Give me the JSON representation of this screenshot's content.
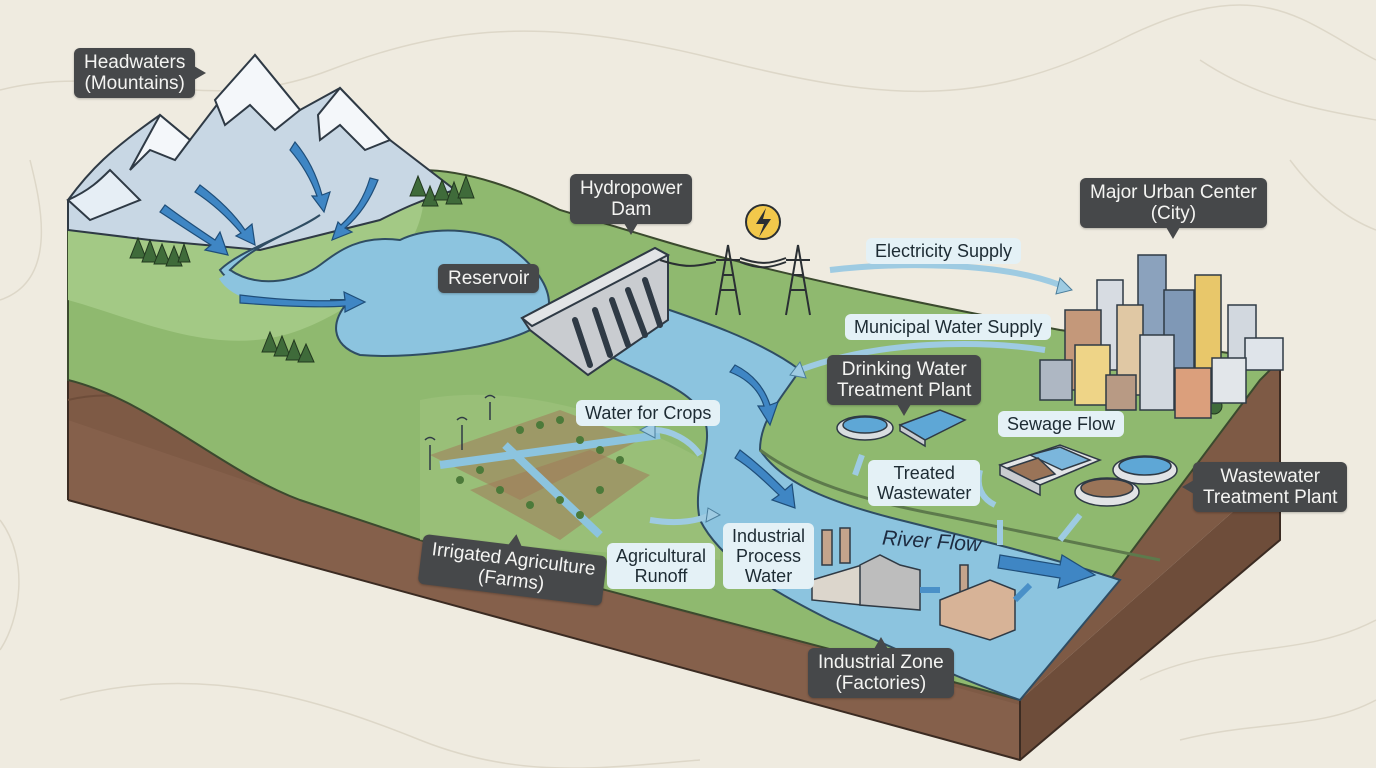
{
  "diagram": {
    "type": "water-system-cross-section",
    "colors": {
      "background": "#efebe0",
      "grass": "#8fb96f",
      "soil": "#7e5a45",
      "water": "#8cc4df",
      "flow_arrow": "#3f86c4",
      "label_bg": "#46484a",
      "flow_label_bg": "#e4f1f6",
      "power_icon": "#f2c84b"
    },
    "facility_labels": {
      "headwaters": "Headwaters\n(Mountains)",
      "dam": "Hydropower\nDam",
      "reservoir": "Reservoir",
      "city": "Major Urban Center\n(City)",
      "drinking_plant": "Drinking Water\nTreatment Plant",
      "wastewater_plant": "Wastewater\nTreatment Plant",
      "agriculture": "Irrigated Agriculture\n(Farms)",
      "industrial": "Industrial Zone\n(Factories)"
    },
    "flow_labels": {
      "electricity": "Electricity Supply",
      "municipal": "Municipal Water Supply",
      "crops": "Water for Crops",
      "runoff": "Agricultural\nRunoff",
      "process": "Industrial\nProcess\nWater",
      "sewage": "Sewage Flow",
      "treated": "Treated\nWastewater",
      "river": "River Flow"
    },
    "icons": {
      "power": "lightning-bolt"
    }
  }
}
